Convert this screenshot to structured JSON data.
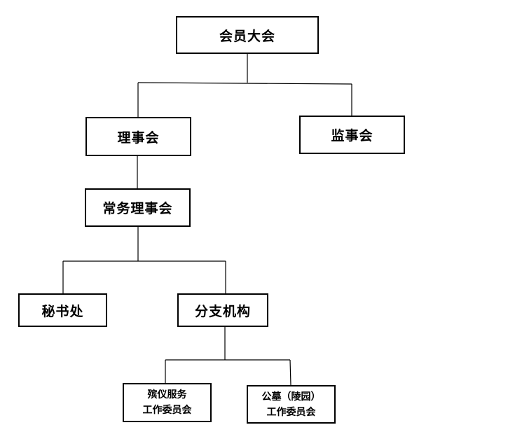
{
  "diagram": {
    "nodes": {
      "general_assembly": "会员大会",
      "council": "理事会",
      "supervisory_board": "监事会",
      "standing_council": "常务理事会",
      "secretariat": "秘书处",
      "branches": "分支机构",
      "funeral_committee": {
        "line1": "殡仪服务",
        "line2": "工作委员会"
      },
      "cemetery_committee": {
        "line1": "公墓（陵园）",
        "line2": "工作委员会"
      }
    },
    "edges": [
      [
        "general_assembly",
        "council"
      ],
      [
        "general_assembly",
        "supervisory_board"
      ],
      [
        "council",
        "standing_council"
      ],
      [
        "standing_council",
        "secretariat"
      ],
      [
        "standing_council",
        "branches"
      ],
      [
        "branches",
        "funeral_committee"
      ],
      [
        "branches",
        "cemetery_committee"
      ]
    ],
    "colors": {
      "line": "#000000",
      "border": "#000000",
      "background": "#ffffff"
    }
  }
}
